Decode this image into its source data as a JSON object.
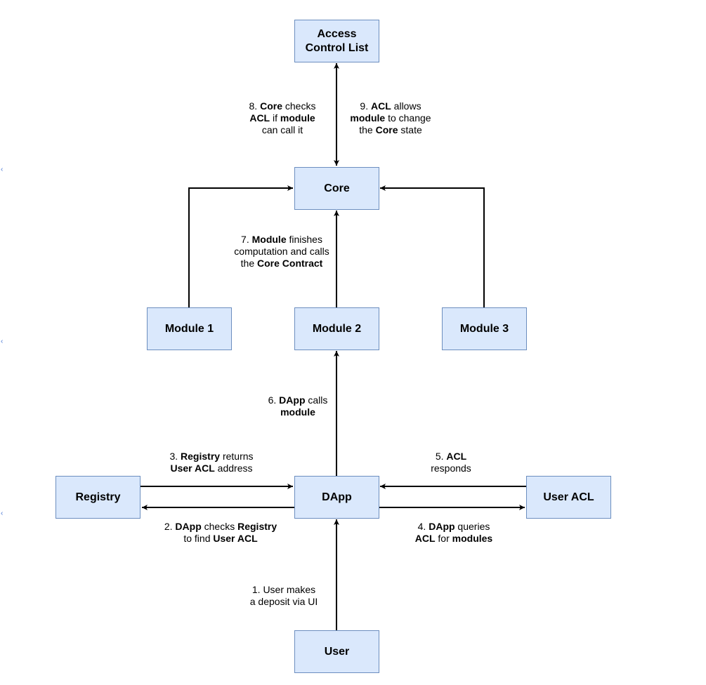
{
  "nodes": {
    "acl": "Access Control List",
    "core": "Core",
    "module1": "Module 1",
    "module2": "Module 2",
    "module3": "Module 3",
    "registry": "Registry",
    "dapp": "DApp",
    "user_acl": "User ACL",
    "user": "User"
  },
  "labels": {
    "step8": {
      "l1": {
        "a": "8. ",
        "b": "Core",
        "c": " checks"
      },
      "l2": {
        "a": "",
        "b": "ACL",
        "c": " if ",
        "d": "module"
      },
      "l3": {
        "a": "can call it"
      }
    },
    "step9": {
      "l1": {
        "a": "9. ",
        "b": "ACL",
        "c": " allows"
      },
      "l2": {
        "b": "module",
        "c": " to change"
      },
      "l3": {
        "a": "the ",
        "b": "Core",
        "c": " state"
      }
    },
    "step7": {
      "l1": {
        "a": "7. ",
        "b": "Module",
        "c": " finishes"
      },
      "l2": {
        "a": "computation and calls"
      },
      "l3": {
        "a": "the ",
        "b": "Core Contract"
      }
    },
    "step6": {
      "l1": {
        "a": "6. ",
        "b": "DApp",
        "c": " calls"
      },
      "l2": {
        "b": "module"
      }
    },
    "step3": {
      "l1": {
        "a": "3. ",
        "b": "Registry",
        "c": " returns"
      },
      "l2": {
        "b": "User ACL",
        "c": " address"
      }
    },
    "step5": {
      "l1": {
        "a": "5. ",
        "b": "ACL"
      },
      "l2": {
        "a": "responds"
      }
    },
    "step2": {
      "l1": {
        "a": "2. ",
        "b": "DApp",
        "c": " checks ",
        "d": "Registry"
      },
      "l2": {
        "a": "to find ",
        "b": "User ACL"
      }
    },
    "step4": {
      "l1": {
        "a": "4. ",
        "b": "DApp",
        "c": " queries"
      },
      "l2": {
        "b": "ACL",
        "c": " for ",
        "d": "modules"
      }
    },
    "step1": {
      "l1": {
        "a": "1. User makes"
      },
      "l2": {
        "a": "a deposit via UI"
      }
    }
  },
  "colors": {
    "node_fill": "#dae8fc",
    "node_stroke": "#6c8ebf",
    "edge": "#000000"
  }
}
